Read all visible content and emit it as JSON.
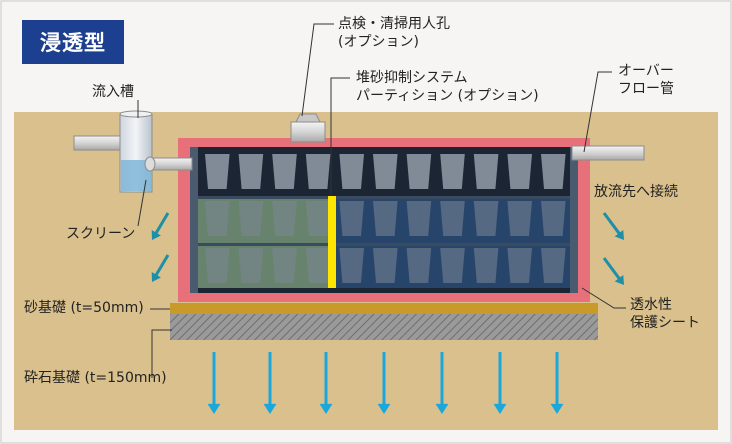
{
  "title": "浸透型",
  "labels": {
    "inspection_port_line1": "点検・清掃用人孔",
    "inspection_port_line2": "(オプション)",
    "partition_line1": "堆砂抑制システム",
    "partition_line2": "パーティション (オプション)",
    "overflow_line1": "オーバー",
    "overflow_line2": "フロー管",
    "inflow_tank": "流入槽",
    "discharge": "放流先へ接続",
    "screen": "スクリーン",
    "sheet_line1": "透水性",
    "sheet_line2": "保護シート",
    "sand_base": "砂基礎 (t=50mm)",
    "gravel_base": "砕石基礎 (t=150mm)"
  },
  "colors": {
    "soil": "#d9c08c",
    "sheet": "#e8707a",
    "sand_base": "#c89a2a",
    "gravel": "#8a8a8a",
    "water": "#2a4f78",
    "partition": "#ffe600",
    "arrow": "#1aa7dc",
    "title_bg": "#1d3f8f"
  }
}
